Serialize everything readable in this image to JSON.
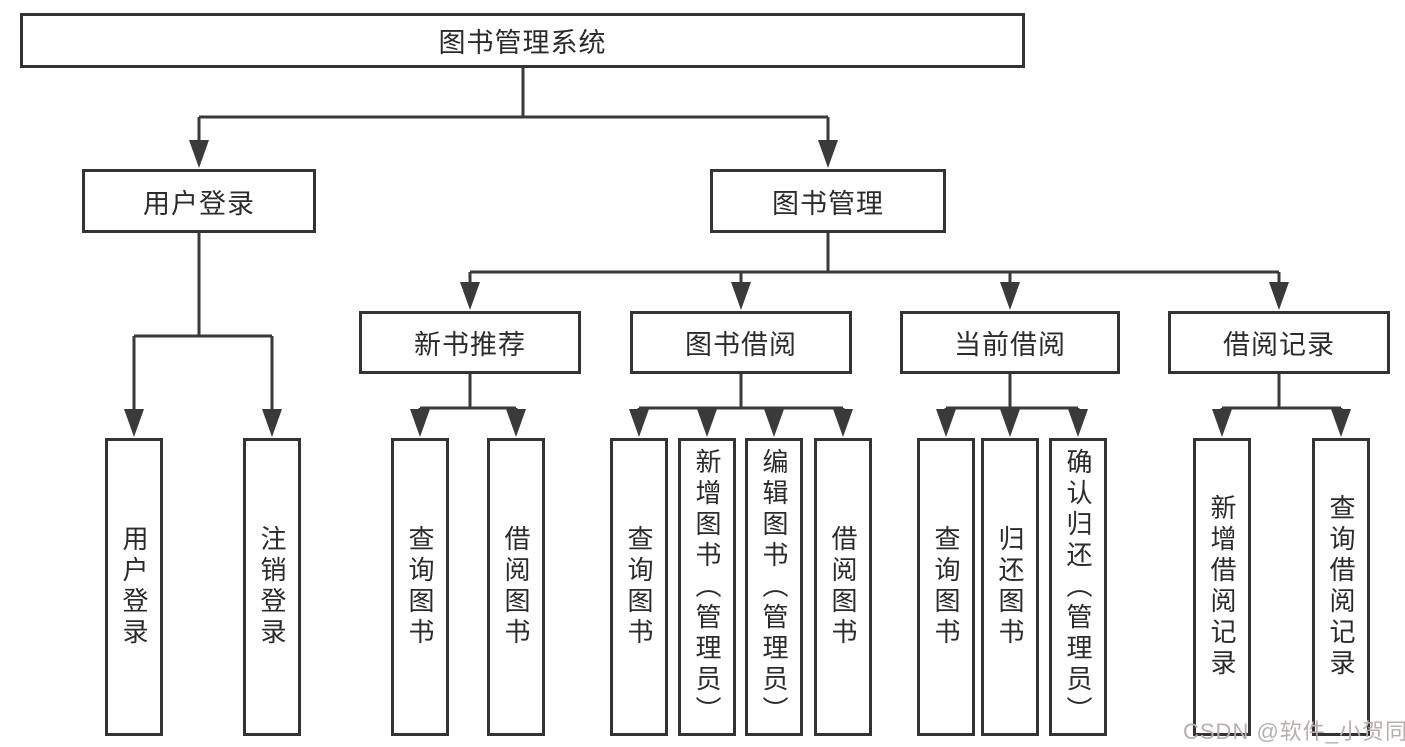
{
  "colors": {
    "line": "#3a3a3a",
    "box_border": "#333333",
    "box_fill": "#ffffff",
    "text": "#2b2b2b",
    "watermark": "#b8aeae"
  },
  "root": {
    "label": "图书管理系统"
  },
  "level2": [
    {
      "label": "用户登录",
      "parent": "图书管理系统"
    },
    {
      "label": "图书管理",
      "parent": "图书管理系统"
    }
  ],
  "level3": [
    {
      "label": "新书推荐",
      "parent": "图书管理"
    },
    {
      "label": "图书借阅",
      "parent": "图书管理"
    },
    {
      "label": "当前借阅",
      "parent": "图书管理"
    },
    {
      "label": "借阅记录",
      "parent": "图书管理"
    }
  ],
  "leaves": [
    {
      "label": "用户登录",
      "parent": "用户登录"
    },
    {
      "label": "注销登录",
      "parent": "用户登录"
    },
    {
      "label": "查询图书",
      "parent": "新书推荐"
    },
    {
      "label": "借阅图书",
      "parent": "新书推荐"
    },
    {
      "label": "查询图书",
      "parent": "图书借阅"
    },
    {
      "label": "新增图书（管理员）",
      "parent": "图书借阅"
    },
    {
      "label": "编辑图书（管理员）",
      "parent": "图书借阅"
    },
    {
      "label": "借阅图书",
      "parent": "图书借阅"
    },
    {
      "label": "查询图书",
      "parent": "当前借阅"
    },
    {
      "label": "归还图书",
      "parent": "当前借阅"
    },
    {
      "label": "确认归还（管理员）",
      "parent": "当前借阅"
    },
    {
      "label": "新增借阅记录",
      "parent": "借阅记录"
    },
    {
      "label": "查询借阅记录",
      "parent": "借阅记录"
    }
  ],
  "watermark": {
    "text": "CSDN @软件_小贺同学"
  }
}
